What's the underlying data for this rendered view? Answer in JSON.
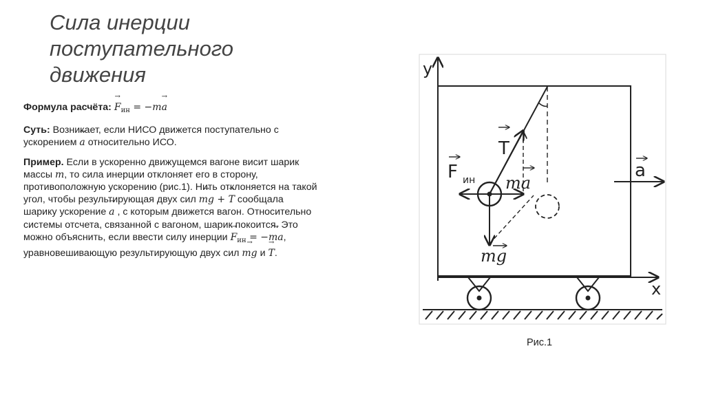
{
  "slide": {
    "title_lines": [
      "Сила инерции",
      "поступательного",
      "движения"
    ],
    "formula": {
      "label": "Формула расчёта:",
      "expr": {
        "F": "F",
        "sub": "ин",
        "eq": "= −",
        "m": "m",
        "a": "a"
      }
    },
    "essence": {
      "label": "Суть:",
      "text_before": " Возникает, если НИСО движется поступательно с ускорением ",
      "a": "a",
      "text_after": "  относительно ИСО."
    },
    "example": {
      "label": "Пример.",
      "t1": " Если в ускоренно движущемся вагоне висит шарик массы ",
      "m1": "m",
      "t2": ", то сила инерции отклоняет его в сторону, противоположную ускорению (рис.1). Нить отклоняется на такой угол, чтобы результирующая двух сил ",
      "mg1": "mg",
      "plus": " + ",
      "T1": "T",
      "t3": " сообщала шарику ускорение ",
      "a1": "a",
      "t4": "  , с которым движется вагон. Относительно системы отсчета, связанной с вагоном, шарик покоится. Это можно объяснить, если ввести силу инерции ",
      "F2": "F",
      "F2sub": "ин",
      "eq2": " = −",
      "ma2": "ma",
      "t5": ", уравновешивающую результирующую двух сил ",
      "mg3": "mg",
      "and": " и ",
      "T3": "T",
      "end": "."
    }
  },
  "figure": {
    "caption": "Рис.1",
    "labels": {
      "y": "y",
      "x": "x",
      "T": "T",
      "a": "a",
      "F": "F",
      "Fsub": "ин",
      "ma": "ma",
      "mg": "mg"
    }
  }
}
